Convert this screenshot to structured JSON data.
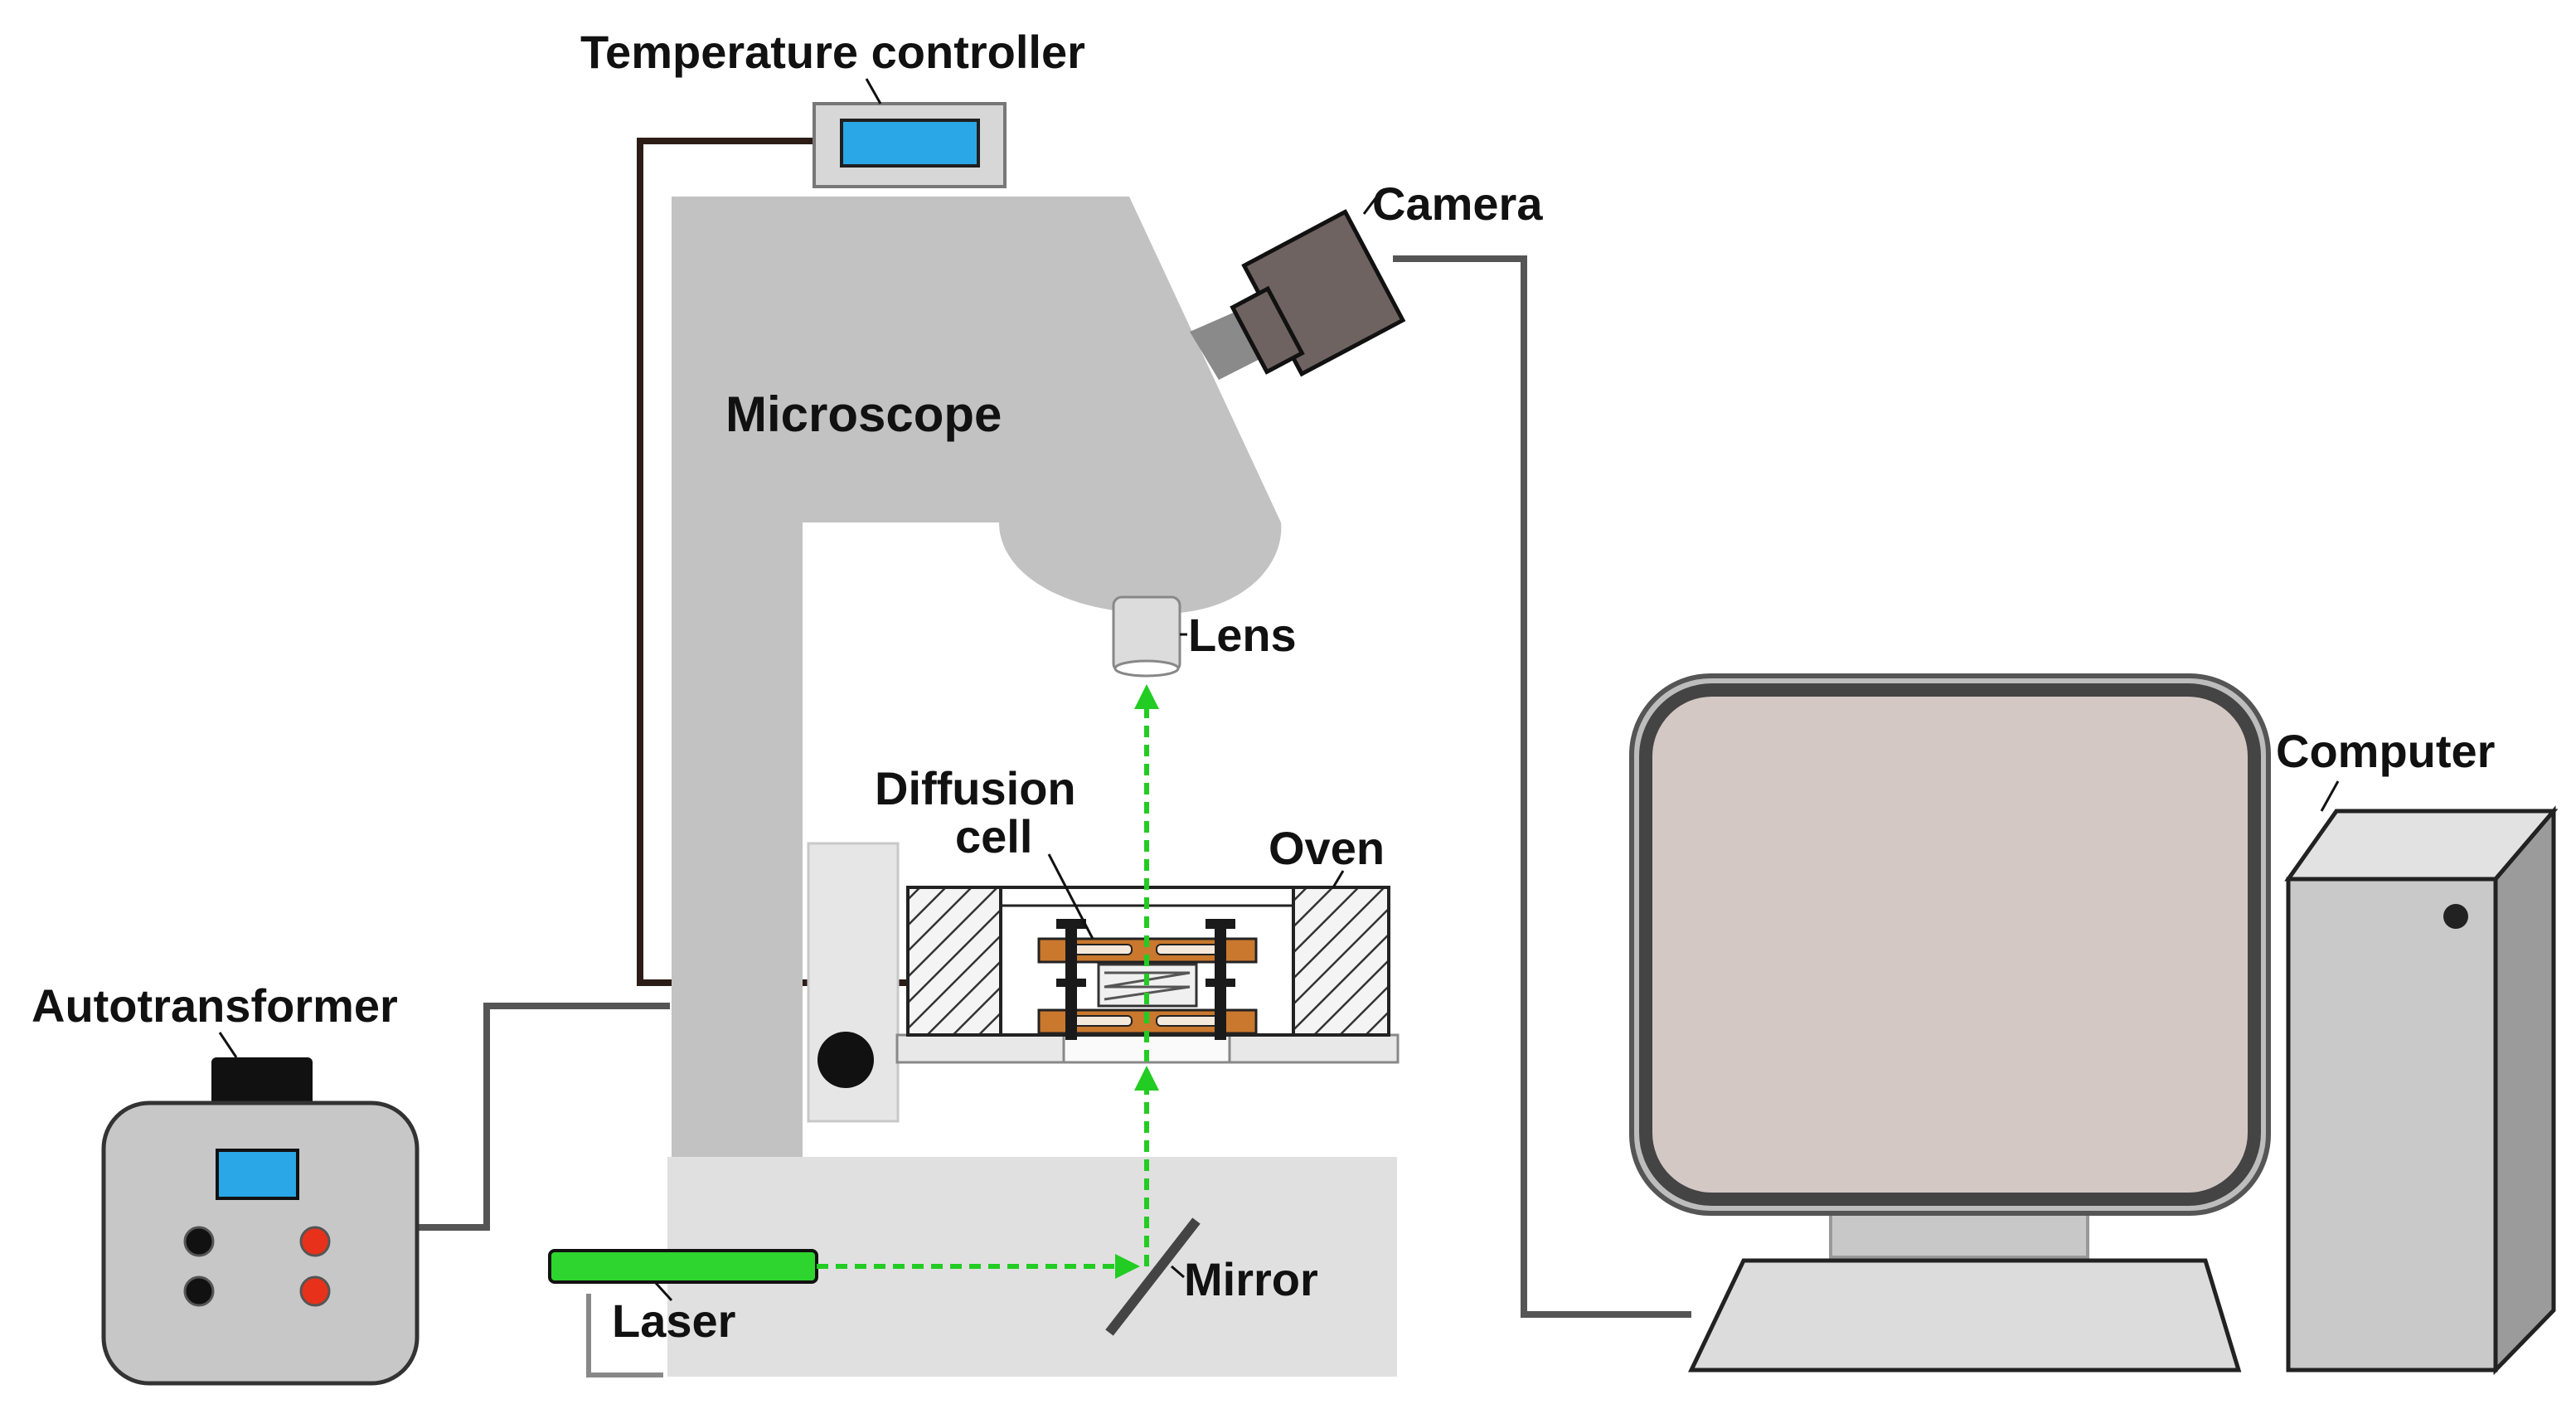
{
  "labels": {
    "temperature_controller": "Temperature controller",
    "camera": "Camera",
    "microscope": "Microscope",
    "lens": "Lens",
    "diffusion": "Diffusion",
    "cell": "cell",
    "oven": "Oven",
    "computer": "Computer",
    "autotransformer": "Autotransformer",
    "laser": "Laser",
    "mirror": "Mirror"
  },
  "colors": {
    "microscope_body": "#c2c2c2",
    "base_plate": "#e0e0e0",
    "camera": "#6e6360",
    "screen": "#d4c8c5",
    "display": "#29a7e6",
    "laser": "#2ed52e",
    "beam": "#22cc22",
    "knob_red": "#e8311a",
    "copper": "#c9782e",
    "cable": "#555555",
    "cable_dark": "#2b1d16"
  },
  "icons": {
    "beam_arrow": "arrow-up-icon",
    "hatch": "hatched-insulation"
  }
}
